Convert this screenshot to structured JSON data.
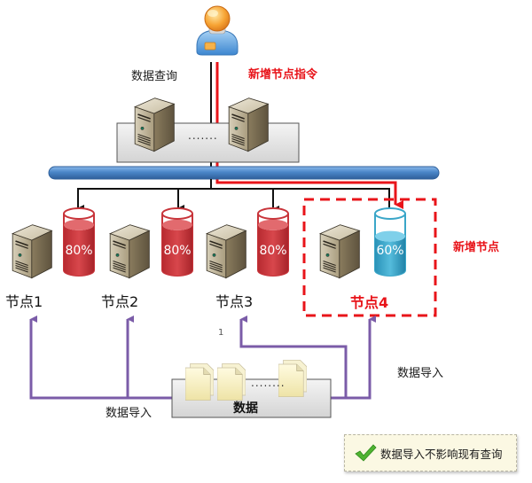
{
  "labels": {
    "query": "数据查询",
    "add_node_command": "新增节点指令",
    "new_node": "新增节点",
    "import_left": "数据导入",
    "import_right": "数据导入",
    "data_box": "数据",
    "step_number": "1",
    "dots": "……."
  },
  "cluster": {
    "dots": "......."
  },
  "nodes": [
    {
      "name": "节点1",
      "usage_percent": 80,
      "usage_label": "80%",
      "status": "existing",
      "color": "#c8343a"
    },
    {
      "name": "节点2",
      "usage_percent": 80,
      "usage_label": "80%",
      "status": "existing",
      "color": "#c8343a"
    },
    {
      "name": "节点3",
      "usage_percent": 80,
      "usage_label": "80%",
      "status": "existing",
      "color": "#c8343a"
    },
    {
      "name": "节点4",
      "usage_percent": 60,
      "usage_label": "60%",
      "status": "new",
      "color": "#3aa6c8"
    }
  ],
  "data_store": {
    "dots": "........"
  },
  "note": {
    "icon": "checkmark-icon",
    "text": "数据导入不影响现有查询"
  },
  "colors": {
    "bus": "#4a86c8",
    "command_line": "#e8141a",
    "import_line": "#7b5ca8",
    "highlight": "#e8141a"
  }
}
